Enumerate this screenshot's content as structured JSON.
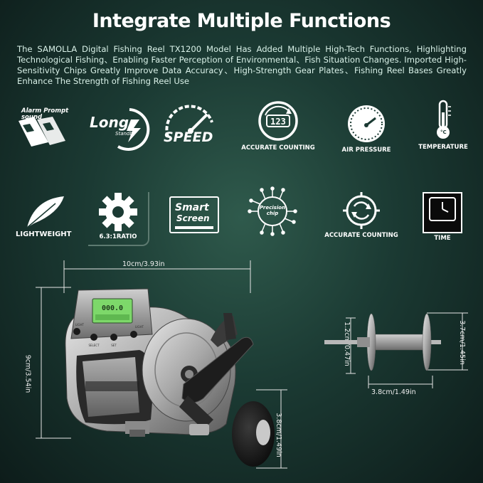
{
  "headline": "Integrate Multiple Functions",
  "description": "The SAMOLLA Digital Fishing Reel TX1200 Model Has Added Multiple High-Tech Functions, Highlighting Technological Fishing、Enabling Faster Perception of Environmental、Fish Situation Changes. Imported High-Sensitivity Chips Greatly Improve Data Accuracy、High-Strength Gear Plates、Fishing Reel Bases Greatly Enhance The Strength of Fishing Reel Use",
  "features_row1": [
    {
      "icon": "alarm-prompt-icon",
      "label": "Alarm Prompt sound"
    },
    {
      "icon": "long-standby-icon",
      "label": "Long",
      "sublabel": "Standby"
    },
    {
      "icon": "speed-gauge-icon",
      "label": "SPEED"
    },
    {
      "icon": "counter-icon",
      "label": "ACCURATE COUNTING",
      "display": "123"
    },
    {
      "icon": "air-pressure-gauge-icon",
      "label": "AIR PRESSURE"
    },
    {
      "icon": "thermometer-icon",
      "label": "TEMPERATURE",
      "unit": "°C"
    }
  ],
  "features_row2": [
    {
      "icon": "feather-icon",
      "label": "LIGHTWEIGHT"
    },
    {
      "icon": "gear-icon",
      "label": "6.3:1RATIO"
    },
    {
      "icon": "smart-screen-icon",
      "label": "Smart",
      "sublabel": "Screen"
    },
    {
      "icon": "precision-chip-icon",
      "label": "Precision",
      "sublabel": "chip"
    },
    {
      "icon": "refresh-counting-icon",
      "label": "ACCURATE COUNTING"
    },
    {
      "icon": "clock-icon",
      "label": "TIME"
    }
  ],
  "dimensions": {
    "reel_width": "10cm/3.93in",
    "reel_height": "9cm/3.54in",
    "handle_knob": "3.8cm/1.49in",
    "spool_diameter": "3.7cm/1.45in",
    "spool_core": "1.2cm/0.47in",
    "spool_width": "3.8cm/1.49in"
  },
  "reel": {
    "lcd_reading": "000.0",
    "button_left": "SELECT",
    "button_right": "SET",
    "label_left": "LIGHT",
    "label_right": "LIGHT"
  },
  "colors": {
    "accent_green": "#29b35a",
    "lcd_green": "#7dd86a",
    "background": "#1b3a33"
  }
}
